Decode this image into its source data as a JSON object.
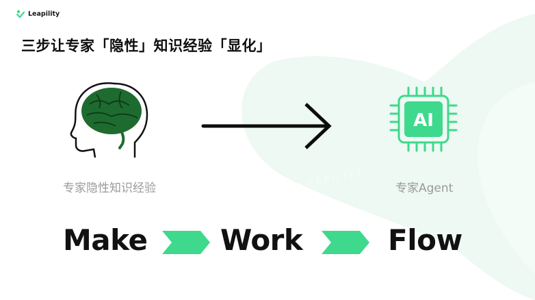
{
  "brand": {
    "name": "Leapility",
    "accent": "#3ed98c"
  },
  "headline": "三步让专家「隐性」知识经验「显化」",
  "left_caption": "专家隐性知识经验",
  "right_caption": "专家Agent",
  "chip_label": "AI",
  "watermark": "LEAPILITY",
  "flow": {
    "step1": "Make",
    "step2": "Work",
    "step3": "Flow"
  },
  "colors": {
    "brain": "#1e6b2f",
    "chip": "#3ed98c",
    "chevron": "#3ed98c",
    "swoosh": "#e9f9f0"
  }
}
